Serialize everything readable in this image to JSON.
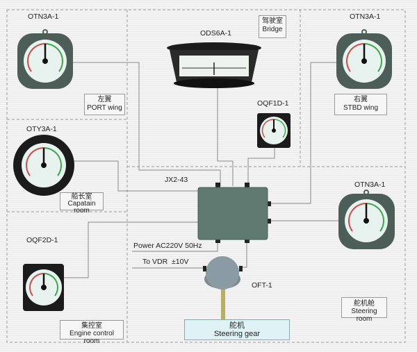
{
  "zones": {
    "port_wing": {
      "cn": "左翼",
      "en": "PORT wing"
    },
    "bridge": {
      "cn": "驾驶室",
      "en": "Bridge"
    },
    "stbd_wing": {
      "cn": "右翼",
      "en": "STBD wing"
    },
    "captain_room": {
      "cn": "船长室",
      "en": "Capatain room"
    },
    "engine_control_room": {
      "cn": "集控室",
      "en": "Engine control room"
    },
    "steering_room": {
      "cn": "舵机舱",
      "en": "Steering room"
    },
    "steering_gear": {
      "cn": "舵机",
      "en": "Steering gear"
    }
  },
  "devices": {
    "port_indicator": "OTN3A-1",
    "bridge_indicator": "ODS6A-1",
    "bridge_small_indicator": "OQF1D-1",
    "stbd_indicator": "OTN3A-1",
    "captain_indicator": "OTY3A-1",
    "junction_box": "JX2-43",
    "steering_room_indicator": "OTN3A-1",
    "engine_indicator": "OQF2D-1",
    "transmitter": "OFT-1"
  },
  "connections": {
    "power": "Power AC220V 50Hz",
    "vdr": "To VDR  ±10V"
  },
  "colors": {
    "line": "#8a8a8a",
    "dash": "#9a9a9a",
    "gauge_body": "#4d5e58",
    "gauge_face": "#e8f3ef",
    "port_arc": "#d04a4a",
    "stbd_arc": "#3da64a",
    "junction": "#5f7a70",
    "steering_box": "#dff3f6"
  }
}
